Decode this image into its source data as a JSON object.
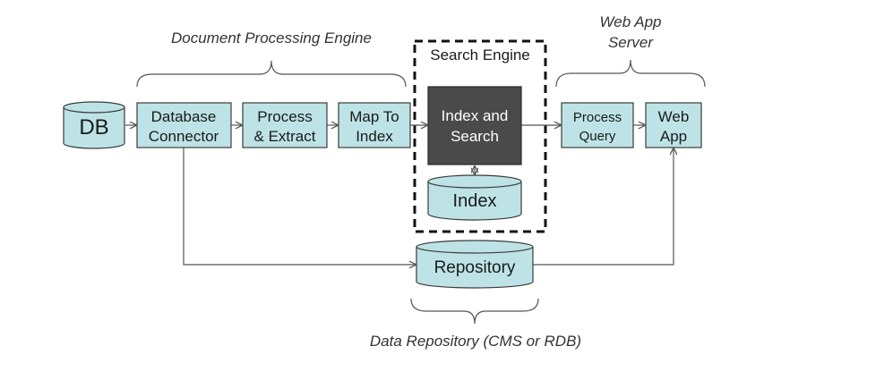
{
  "colors": {
    "box_fill": "#bde3e6",
    "box_stroke": "#3b3b3b",
    "dark_box_fill": "#4a4a4a",
    "dark_box_text": "#ffffff",
    "edge": "#555555",
    "dashed_border": "#111111"
  },
  "groups": {
    "document_processing_engine": "Document Processing Engine",
    "web_app_server_line1": "Web App",
    "web_app_server_line2": "Server",
    "search_engine": "Search Engine",
    "data_repository": "Data Repository (CMS or RDB)"
  },
  "nodes": {
    "db": "DB",
    "database_connector_line1": "Database",
    "database_connector_line2": "Connector",
    "process_extract_line1": "Process",
    "process_extract_line2": "& Extract",
    "map_to_index_line1": "Map To",
    "map_to_index_line2": "Index",
    "index_and_search_line1": "Index and",
    "index_and_search_line2": "Search",
    "index_store": "Index",
    "process_query_line1": "Process",
    "process_query_line2": "Query",
    "web_app_line1": "Web",
    "web_app_line2": "App",
    "repository": "Repository"
  }
}
